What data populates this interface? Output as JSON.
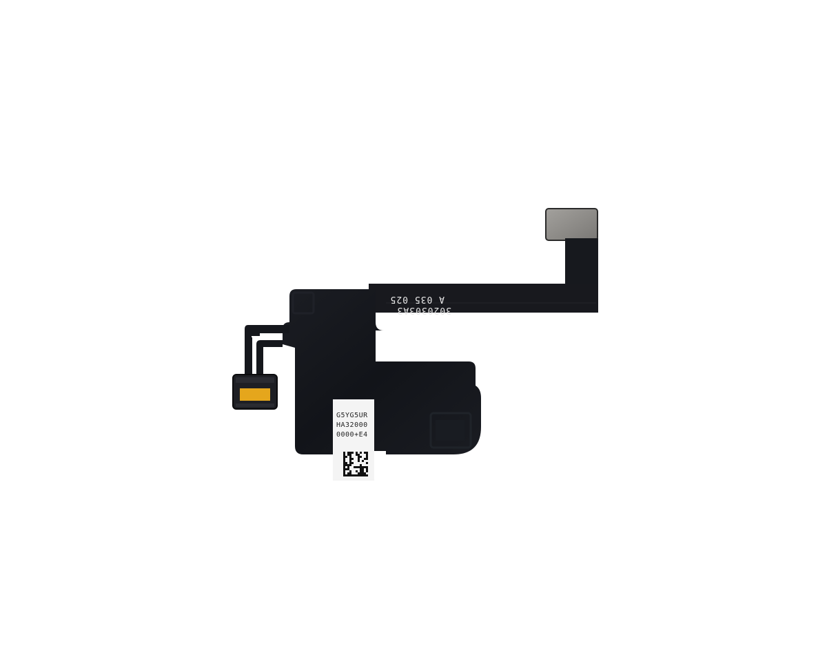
{
  "product": {
    "printed_line_1": "3020303A3",
    "printed_line_2": "A 035 025",
    "label_line_1": "G5YG5UR",
    "label_line_2": "HA32000",
    "label_line_3": "0000+E4"
  },
  "colors": {
    "background": "#ffffff",
    "flex_cable": "#15171c",
    "board": "#13151a",
    "metal_pad": "#8c8a87",
    "connector_contact": "#e5a61c",
    "label": "#f4f4f4"
  }
}
